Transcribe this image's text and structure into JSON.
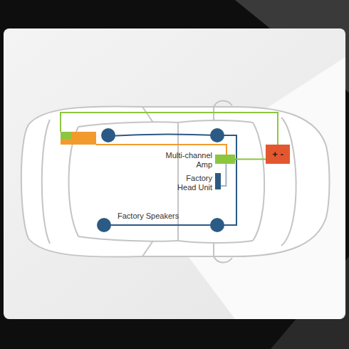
{
  "diagram": {
    "nodes": [
      {
        "text": [
          "Multi-channel Amp"
        ]
      },
      {
        "text": [
          "Factory Head Unit"
        ]
      },
      {
        "text": [
          "+ -"
        ]
      }
    ],
    "edges": [
      {
        "from": 2,
        "to": 0,
        "arrow": "none"
      },
      {
        "from": 1,
        "to": 0,
        "arrow": "none"
      }
    ],
    "labels": [
      "Factory Speakers"
    ]
  }
}
